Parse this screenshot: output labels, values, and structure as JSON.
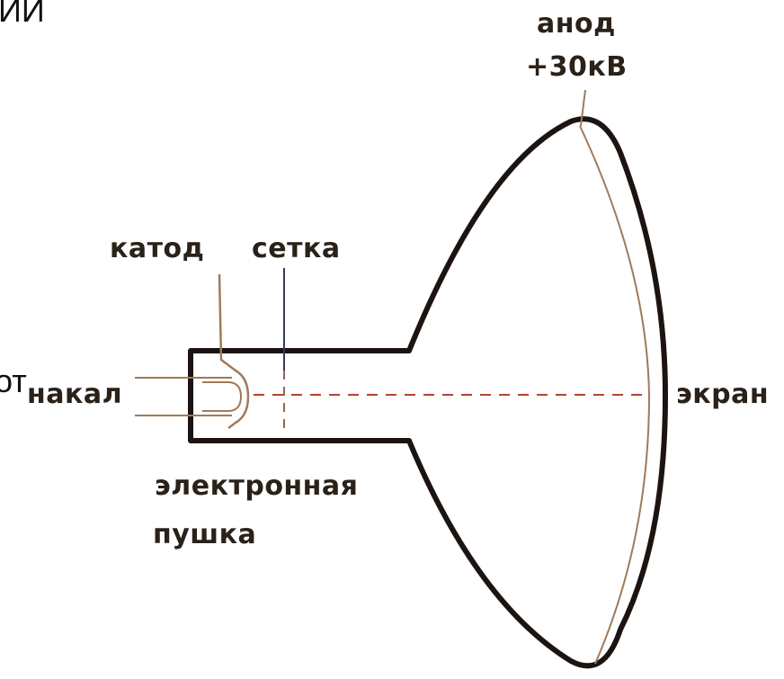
{
  "labels": {
    "anode": "анод",
    "anode_voltage": "+30кВ",
    "cathode": "катод",
    "grid": "сетка",
    "heater": "накал",
    "screen": "экран",
    "gun_line1": "электронная",
    "gun_line2": "пушка"
  },
  "cut_text": {
    "top_left": "ИИ",
    "left_middle": "от"
  },
  "colors": {
    "outline": "#1b1410",
    "thin_line": "#a07a5a",
    "beam_dashed": "#b5452f",
    "grid_line": "#333b55",
    "text": "#2a2118"
  }
}
